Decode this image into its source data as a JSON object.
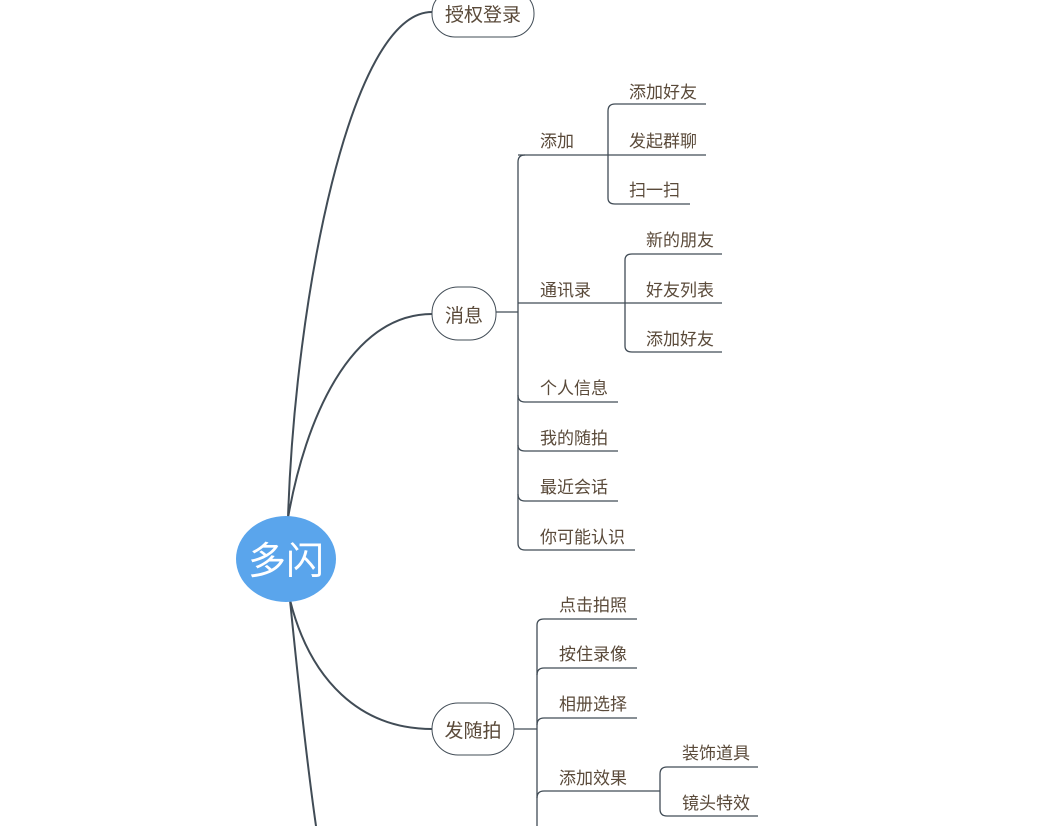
{
  "colors": {
    "root_fill": "#5aa5ec",
    "line": "#414c56",
    "text": "#5a4a3a",
    "node_fill": "#ffffff"
  },
  "root": {
    "label": "多闪"
  },
  "branches": {
    "login": {
      "label": "授权登录"
    },
    "messages": {
      "label": "消息",
      "add": {
        "label": "添加",
        "children": [
          "添加好友",
          "发起群聊",
          "扫一扫"
        ]
      },
      "contacts": {
        "label": "通讯录",
        "children": [
          "新的朋友",
          "好友列表",
          "添加好友"
        ]
      },
      "others": [
        "个人信息",
        "我的随拍",
        "最近会话",
        "你可能认识"
      ]
    },
    "snap": {
      "label": "发随拍",
      "items": [
        "点击拍照",
        "按住录像",
        "相册选择"
      ],
      "effects": {
        "label": "添加效果",
        "children": [
          "装饰道具",
          "镜头特效"
        ]
      }
    }
  }
}
